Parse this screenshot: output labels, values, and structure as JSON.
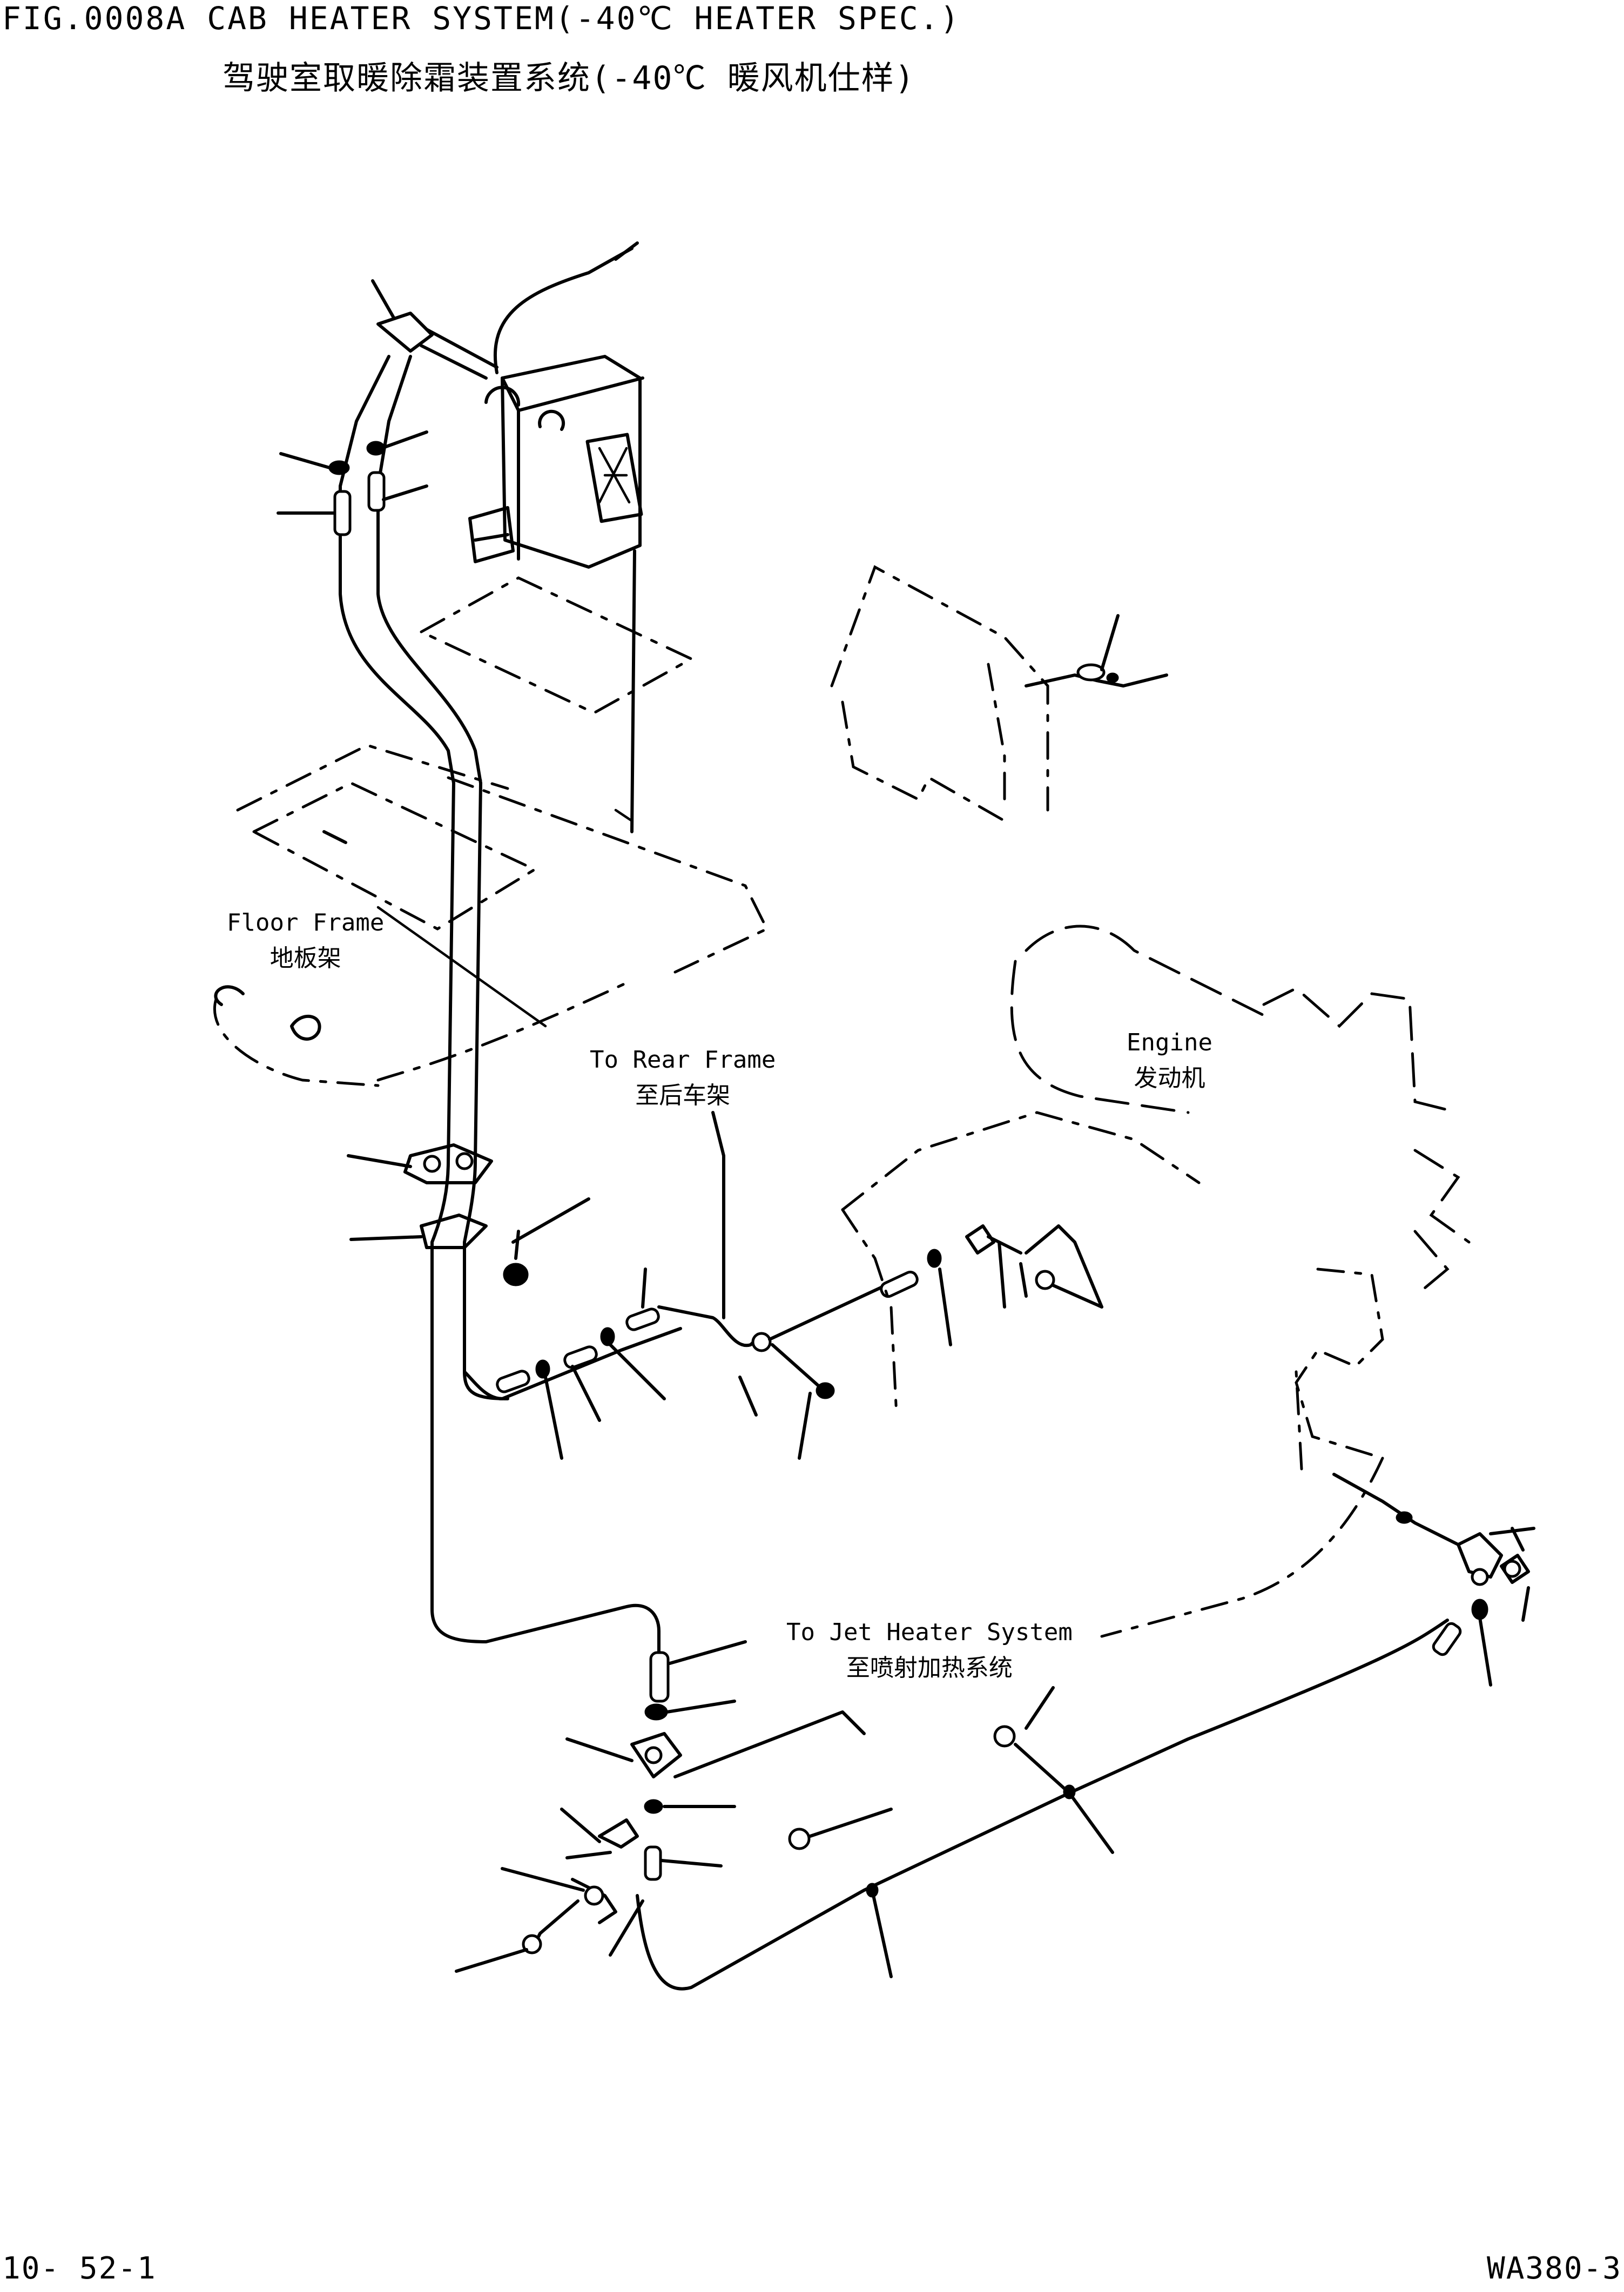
{
  "header": {
    "title_en": "FIG.0008A   CAB HEATER SYSTEM(-40℃ HEATER SPEC.)",
    "title_cn": "驾驶室取暖除霜装置系统(-40℃ 暖风机仕样)"
  },
  "labels": {
    "floor_frame_en": "Floor Frame",
    "floor_frame_cn": "地板架",
    "rear_frame_en": "To Rear Frame",
    "rear_frame_cn": "至后车架",
    "engine_en": "Engine",
    "engine_cn": "发动机",
    "jet_heater_en": "To Jet Heater System",
    "jet_heater_cn": "至喷射加热系统"
  },
  "footer": {
    "page": "10- 52-1",
    "model": "WA380-3"
  }
}
